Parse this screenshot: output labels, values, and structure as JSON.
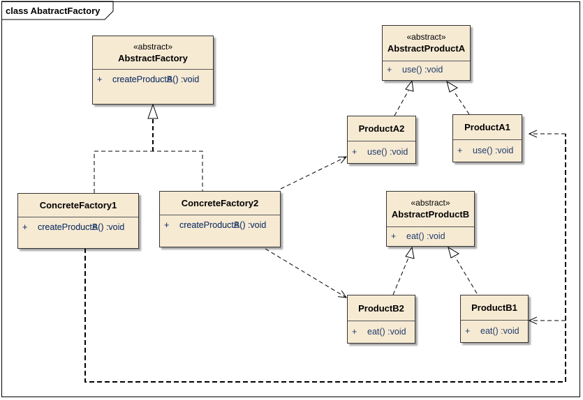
{
  "diagram": {
    "frame_title": "class AbatractFactory",
    "classes": {
      "abstract_factory": {
        "stereotype": "«abstract»",
        "name": "AbstractFactory",
        "ops": [
          {
            "vis": "+",
            "sig": "createProductA()  :void"
          },
          {
            "vis": "+",
            "sig": "createProductB()  :void"
          }
        ]
      },
      "abstract_product_a": {
        "stereotype": "«abstract»",
        "name": "AbstractProductA",
        "ops": [
          {
            "vis": "+",
            "sig": "use()  :void"
          }
        ]
      },
      "product_a2": {
        "name": "ProductA2",
        "ops": [
          {
            "vis": "+",
            "sig": "use()  :void"
          }
        ]
      },
      "product_a1": {
        "name": "ProductA1",
        "ops": [
          {
            "vis": "+",
            "sig": "use()  :void"
          }
        ]
      },
      "concrete_factory1": {
        "name": "ConcreteFactory1",
        "ops": [
          {
            "vis": "+",
            "sig": "createProductA()  :void"
          },
          {
            "vis": "+",
            "sig": "createProductB()  :void"
          }
        ]
      },
      "concrete_factory2": {
        "name": "ConcreteFactory2",
        "ops": [
          {
            "vis": "+",
            "sig": "createProductA()  :void"
          },
          {
            "vis": "+",
            "sig": "createProductB()  :void"
          }
        ]
      },
      "abstract_product_b": {
        "stereotype": "«abstract»",
        "name": "AbstractProductB",
        "ops": [
          {
            "vis": "+",
            "sig": "eat()  :void"
          }
        ]
      },
      "product_b2": {
        "name": "ProductB2",
        "ops": [
          {
            "vis": "+",
            "sig": "eat()  :void"
          }
        ]
      },
      "product_b1": {
        "name": "ProductB1",
        "ops": [
          {
            "vis": "+",
            "sig": "eat()  :void"
          }
        ]
      }
    },
    "colors": {
      "class_fill": "#f7ead3",
      "operation_text": "#1f3b6b",
      "line": "#000000"
    }
  }
}
